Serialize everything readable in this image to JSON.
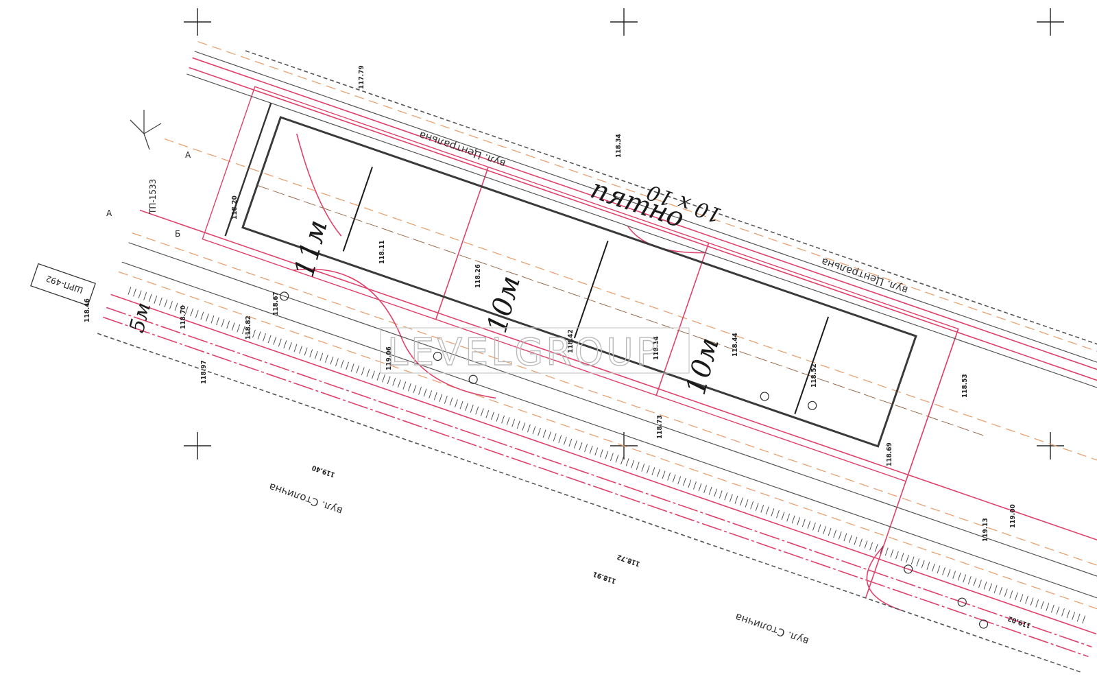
{
  "streets": {
    "central_top": "вул. Центральна",
    "central_right": "вул. Центральна",
    "capital_left": "вул. Столична",
    "capital_bottom": "вул. Столична"
  },
  "handwritten": {
    "plot_label": "пятно",
    "plot_size": "10 x 10",
    "dim_length": "11м",
    "dim_mid": "10м",
    "dim_right": "10м",
    "left_mark": "5м"
  },
  "labels": {
    "tp": "ТП-1533",
    "shrp": "ШРП-492",
    "letter_a_left": "А",
    "letter_a_top": "А",
    "letter_b": "Б"
  },
  "watermark": "LEVELGROUP",
  "elevations": [
    "117.79",
    "118.34",
    "118.20",
    "118.11",
    "118.26",
    "118.42",
    "118.14",
    "118.44",
    "118.52",
    "118.46",
    "118.70",
    "118.82",
    "118.67",
    "119.06",
    "118.73",
    "118.69",
    "118.53",
    "119.00",
    "119.13",
    "119.02",
    "118.91",
    "118.72",
    "119.40",
    "118.97"
  ],
  "colors": {
    "red_lines": "#e0406a",
    "orange_lines": "#e8a070",
    "dark_lines": "#333333",
    "handwriting": "#1a1a1a"
  }
}
